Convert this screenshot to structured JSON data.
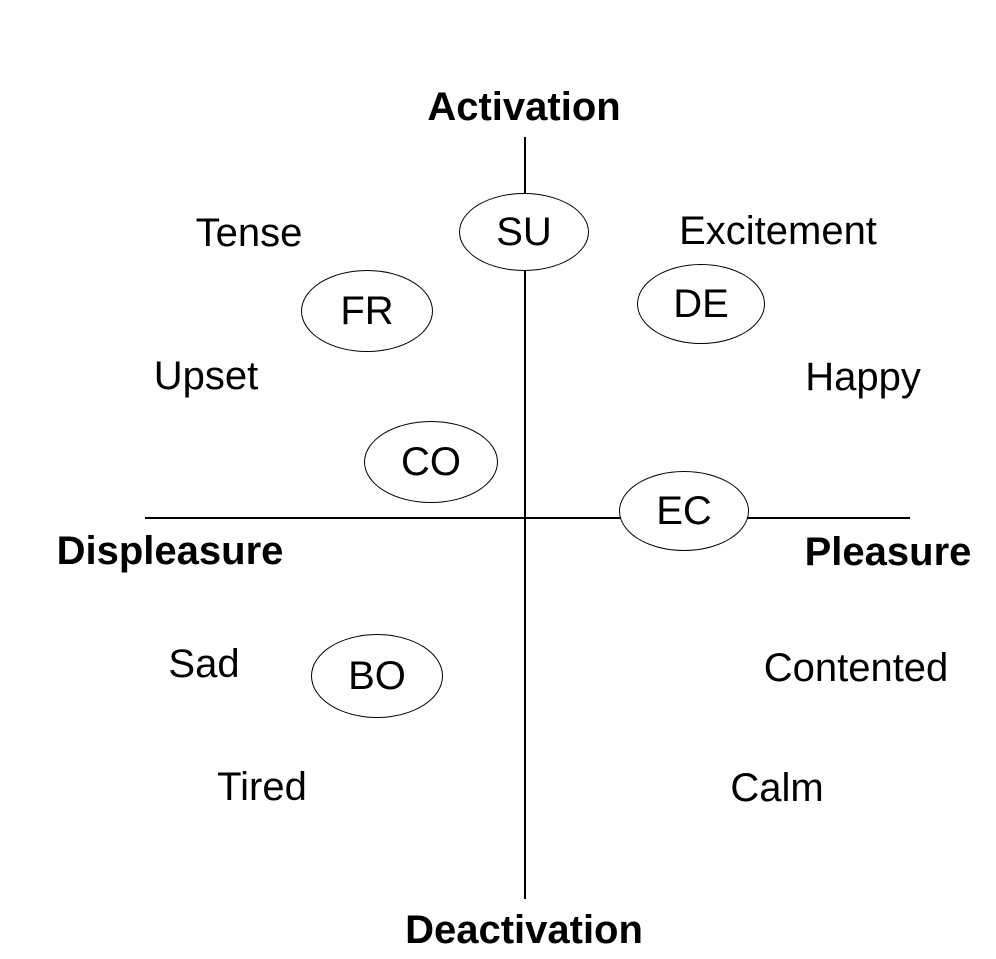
{
  "figure": {
    "type": "circumplex-affect-diagram",
    "background_color": "#ffffff",
    "line_color": "#000000",
    "text_color": "#000000"
  },
  "axes": {
    "top": "Activation",
    "bottom": "Deactivation",
    "left": "Displeasure",
    "right": "Pleasure"
  },
  "emotions": [
    {
      "id": "tense",
      "label": "Tense",
      "quadrant": "upper-left"
    },
    {
      "id": "excitement",
      "label": "Excitement",
      "quadrant": "upper-right"
    },
    {
      "id": "upset",
      "label": "Upset",
      "quadrant": "upper-left"
    },
    {
      "id": "happy",
      "label": "Happy",
      "quadrant": "upper-right"
    },
    {
      "id": "sad",
      "label": "Sad",
      "quadrant": "lower-left"
    },
    {
      "id": "contented",
      "label": "Contented",
      "quadrant": "lower-right"
    },
    {
      "id": "tired",
      "label": "Tired",
      "quadrant": "lower-left"
    },
    {
      "id": "calm",
      "label": "Calm",
      "quadrant": "lower-right"
    }
  ],
  "nodes": [
    {
      "id": "su",
      "code": "SU",
      "position": "top-center, on vertical axis"
    },
    {
      "id": "fr",
      "code": "FR",
      "position": "upper-left quadrant"
    },
    {
      "id": "de",
      "code": "DE",
      "position": "upper-right quadrant"
    },
    {
      "id": "co",
      "code": "CO",
      "position": "upper-left quadrant, near center"
    },
    {
      "id": "ec",
      "code": "EC",
      "position": "right, on horizontal axis"
    },
    {
      "id": "bo",
      "code": "BO",
      "position": "lower-left quadrant"
    }
  ]
}
